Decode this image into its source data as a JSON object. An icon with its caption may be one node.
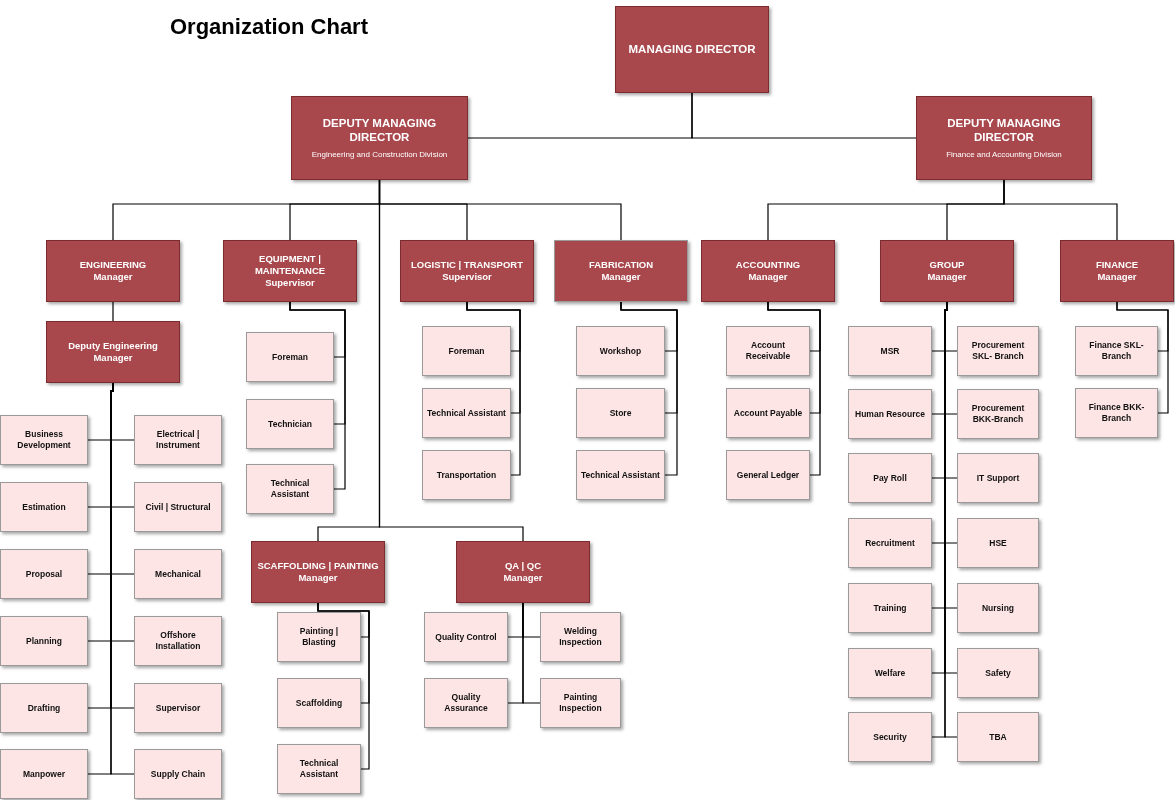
{
  "diagram": {
    "title": "Organization Chart",
    "nodes": [
      {
        "text": [
          "MANAGING DIRECTOR"
        ]
      },
      {
        "text": [
          "DEPUTY MANAGING DIRECTOR",
          "Engineering and Construction Division"
        ]
      },
      {
        "text": [
          "DEPUTY MANAGING DIRECTOR",
          "Finance and Accounting Division"
        ]
      },
      {
        "text": [
          "ENGINEERING",
          "Manager"
        ]
      },
      {
        "text": [
          "EQUIPMENT | MAINTENANCE",
          "Supervisor"
        ]
      },
      {
        "text": [
          "LOGISTIC | TRANSPORT",
          "Supervisor"
        ]
      },
      {
        "text": [
          "FABRICATION",
          "Manager"
        ]
      },
      {
        "text": [
          "ACCOUNTING",
          "Manager"
        ]
      },
      {
        "text": [
          "GROUP",
          "Manager"
        ]
      },
      {
        "text": [
          "FINANCE",
          "Manager"
        ]
      },
      {
        "text": [
          "Deputy Engineering Manager"
        ]
      },
      {
        "text": [
          "Business Development"
        ]
      },
      {
        "text": [
          "Electrical | Instrument"
        ]
      },
      {
        "text": [
          "Estimation"
        ]
      },
      {
        "text": [
          "Civil | Structural"
        ]
      },
      {
        "text": [
          "Proposal"
        ]
      },
      {
        "text": [
          "Mechanical"
        ]
      },
      {
        "text": [
          "Planning"
        ]
      },
      {
        "text": [
          "Offshore Installation"
        ]
      },
      {
        "text": [
          "Drafting"
        ]
      },
      {
        "text": [
          "Supervisor"
        ]
      },
      {
        "text": [
          "Manpower"
        ]
      },
      {
        "text": [
          "Supply Chain"
        ]
      },
      {
        "text": [
          "Foreman"
        ]
      },
      {
        "text": [
          "Technician"
        ]
      },
      {
        "text": [
          "Technical Assistant"
        ]
      },
      {
        "text": [
          "Foreman"
        ]
      },
      {
        "text": [
          "Technical Assistant"
        ]
      },
      {
        "text": [
          "Transportation"
        ]
      },
      {
        "text": [
          "Workshop"
        ]
      },
      {
        "text": [
          "Store"
        ]
      },
      {
        "text": [
          "Technical Assistant"
        ]
      },
      {
        "text": [
          "Account Receivable"
        ]
      },
      {
        "text": [
          "Account Payable"
        ]
      },
      {
        "text": [
          "General Ledger"
        ]
      },
      {
        "text": [
          "MSR"
        ]
      },
      {
        "text": [
          "Procurement SKL- Branch"
        ]
      },
      {
        "text": [
          "Human Resource"
        ]
      },
      {
        "text": [
          "Procurement BKK-Branch"
        ]
      },
      {
        "text": [
          "Pay Roll"
        ]
      },
      {
        "text": [
          "IT Support"
        ]
      },
      {
        "text": [
          "Recruitment"
        ]
      },
      {
        "text": [
          "HSE"
        ]
      },
      {
        "text": [
          "Training"
        ]
      },
      {
        "text": [
          "Nursing"
        ]
      },
      {
        "text": [
          "Welfare"
        ]
      },
      {
        "text": [
          "Safety"
        ]
      },
      {
        "text": [
          "Security"
        ]
      },
      {
        "text": [
          "TBA"
        ]
      },
      {
        "text": [
          "Finance SKL-Branch"
        ]
      },
      {
        "text": [
          "Finance BKK-Branch"
        ]
      },
      {
        "text": [
          "SCAFFOLDING | PAINTING",
          "Manager"
        ]
      },
      {
        "text": [
          "QA | QC",
          "Manager"
        ]
      },
      {
        "text": [
          "Painting | Blasting"
        ]
      },
      {
        "text": [
          "Scaffolding"
        ]
      },
      {
        "text": [
          "Technical Assistant"
        ]
      },
      {
        "text": [
          "Quality Control"
        ]
      },
      {
        "text": [
          "Welding Inspection"
        ]
      },
      {
        "text": [
          "Quality Assurance"
        ]
      },
      {
        "text": [
          "Painting Inspection"
        ]
      }
    ],
    "edges": [
      {
        "from": 0,
        "to": 1,
        "arrow": "none"
      },
      {
        "from": 0,
        "to": 2,
        "arrow": "none"
      },
      {
        "from": 1,
        "to": 3,
        "arrow": "none"
      },
      {
        "from": 1,
        "to": 4,
        "arrow": "none"
      },
      {
        "from": 1,
        "to": 5,
        "arrow": "none"
      },
      {
        "from": 1,
        "to": 6,
        "arrow": "none"
      },
      {
        "from": 2,
        "to": 7,
        "arrow": "none"
      },
      {
        "from": 2,
        "to": 8,
        "arrow": "none"
      },
      {
        "from": 2,
        "to": 9,
        "arrow": "none"
      },
      {
        "from": 3,
        "to": 10,
        "arrow": "none"
      },
      {
        "from": 10,
        "to": 11,
        "arrow": "none"
      },
      {
        "from": 10,
        "to": 12,
        "arrow": "none"
      },
      {
        "from": 10,
        "to": 13,
        "arrow": "none"
      },
      {
        "from": 10,
        "to": 14,
        "arrow": "none"
      },
      {
        "from": 10,
        "to": 15,
        "arrow": "none"
      },
      {
        "from": 10,
        "to": 16,
        "arrow": "none"
      },
      {
        "from": 10,
        "to": 17,
        "arrow": "none"
      },
      {
        "from": 10,
        "to": 18,
        "arrow": "none"
      },
      {
        "from": 10,
        "to": 19,
        "arrow": "none"
      },
      {
        "from": 10,
        "to": 20,
        "arrow": "none"
      },
      {
        "from": 10,
        "to": 21,
        "arrow": "none"
      },
      {
        "from": 10,
        "to": 22,
        "arrow": "none"
      },
      {
        "from": 4,
        "to": 23,
        "arrow": "none"
      },
      {
        "from": 4,
        "to": 24,
        "arrow": "none"
      },
      {
        "from": 4,
        "to": 25,
        "arrow": "none"
      },
      {
        "from": 5,
        "to": 26,
        "arrow": "none"
      },
      {
        "from": 5,
        "to": 27,
        "arrow": "none"
      },
      {
        "from": 5,
        "to": 28,
        "arrow": "none"
      },
      {
        "from": 6,
        "to": 29,
        "arrow": "none"
      },
      {
        "from": 6,
        "to": 30,
        "arrow": "none"
      },
      {
        "from": 6,
        "to": 31,
        "arrow": "none"
      },
      {
        "from": 7,
        "to": 32,
        "arrow": "none"
      },
      {
        "from": 7,
        "to": 33,
        "arrow": "none"
      },
      {
        "from": 7,
        "to": 34,
        "arrow": "none"
      },
      {
        "from": 8,
        "to": 35,
        "arrow": "none"
      },
      {
        "from": 8,
        "to": 36,
        "arrow": "none"
      },
      {
        "from": 8,
        "to": 37,
        "arrow": "none"
      },
      {
        "from": 8,
        "to": 38,
        "arrow": "none"
      },
      {
        "from": 8,
        "to": 39,
        "arrow": "none"
      },
      {
        "from": 8,
        "to": 40,
        "arrow": "none"
      },
      {
        "from": 8,
        "to": 41,
        "arrow": "none"
      },
      {
        "from": 8,
        "to": 42,
        "arrow": "none"
      },
      {
        "from": 8,
        "to": 43,
        "arrow": "none"
      },
      {
        "from": 8,
        "to": 44,
        "arrow": "none"
      },
      {
        "from": 8,
        "to": 45,
        "arrow": "none"
      },
      {
        "from": 8,
        "to": 46,
        "arrow": "none"
      },
      {
        "from": 8,
        "to": 47,
        "arrow": "none"
      },
      {
        "from": 8,
        "to": 48,
        "arrow": "none"
      },
      {
        "from": 9,
        "to": 49,
        "arrow": "none"
      },
      {
        "from": 9,
        "to": 50,
        "arrow": "none"
      },
      {
        "from": 1,
        "to": 51,
        "arrow": "none"
      },
      {
        "from": 1,
        "to": 52,
        "arrow": "none"
      },
      {
        "from": 51,
        "to": 53,
        "arrow": "none"
      },
      {
        "from": 51,
        "to": 54,
        "arrow": "none"
      },
      {
        "from": 51,
        "to": 55,
        "arrow": "none"
      },
      {
        "from": 52,
        "to": 56,
        "arrow": "none"
      },
      {
        "from": 52,
        "to": 57,
        "arrow": "none"
      },
      {
        "from": 52,
        "to": 58,
        "arrow": "none"
      },
      {
        "from": 52,
        "to": 59,
        "arrow": "none"
      }
    ]
  }
}
